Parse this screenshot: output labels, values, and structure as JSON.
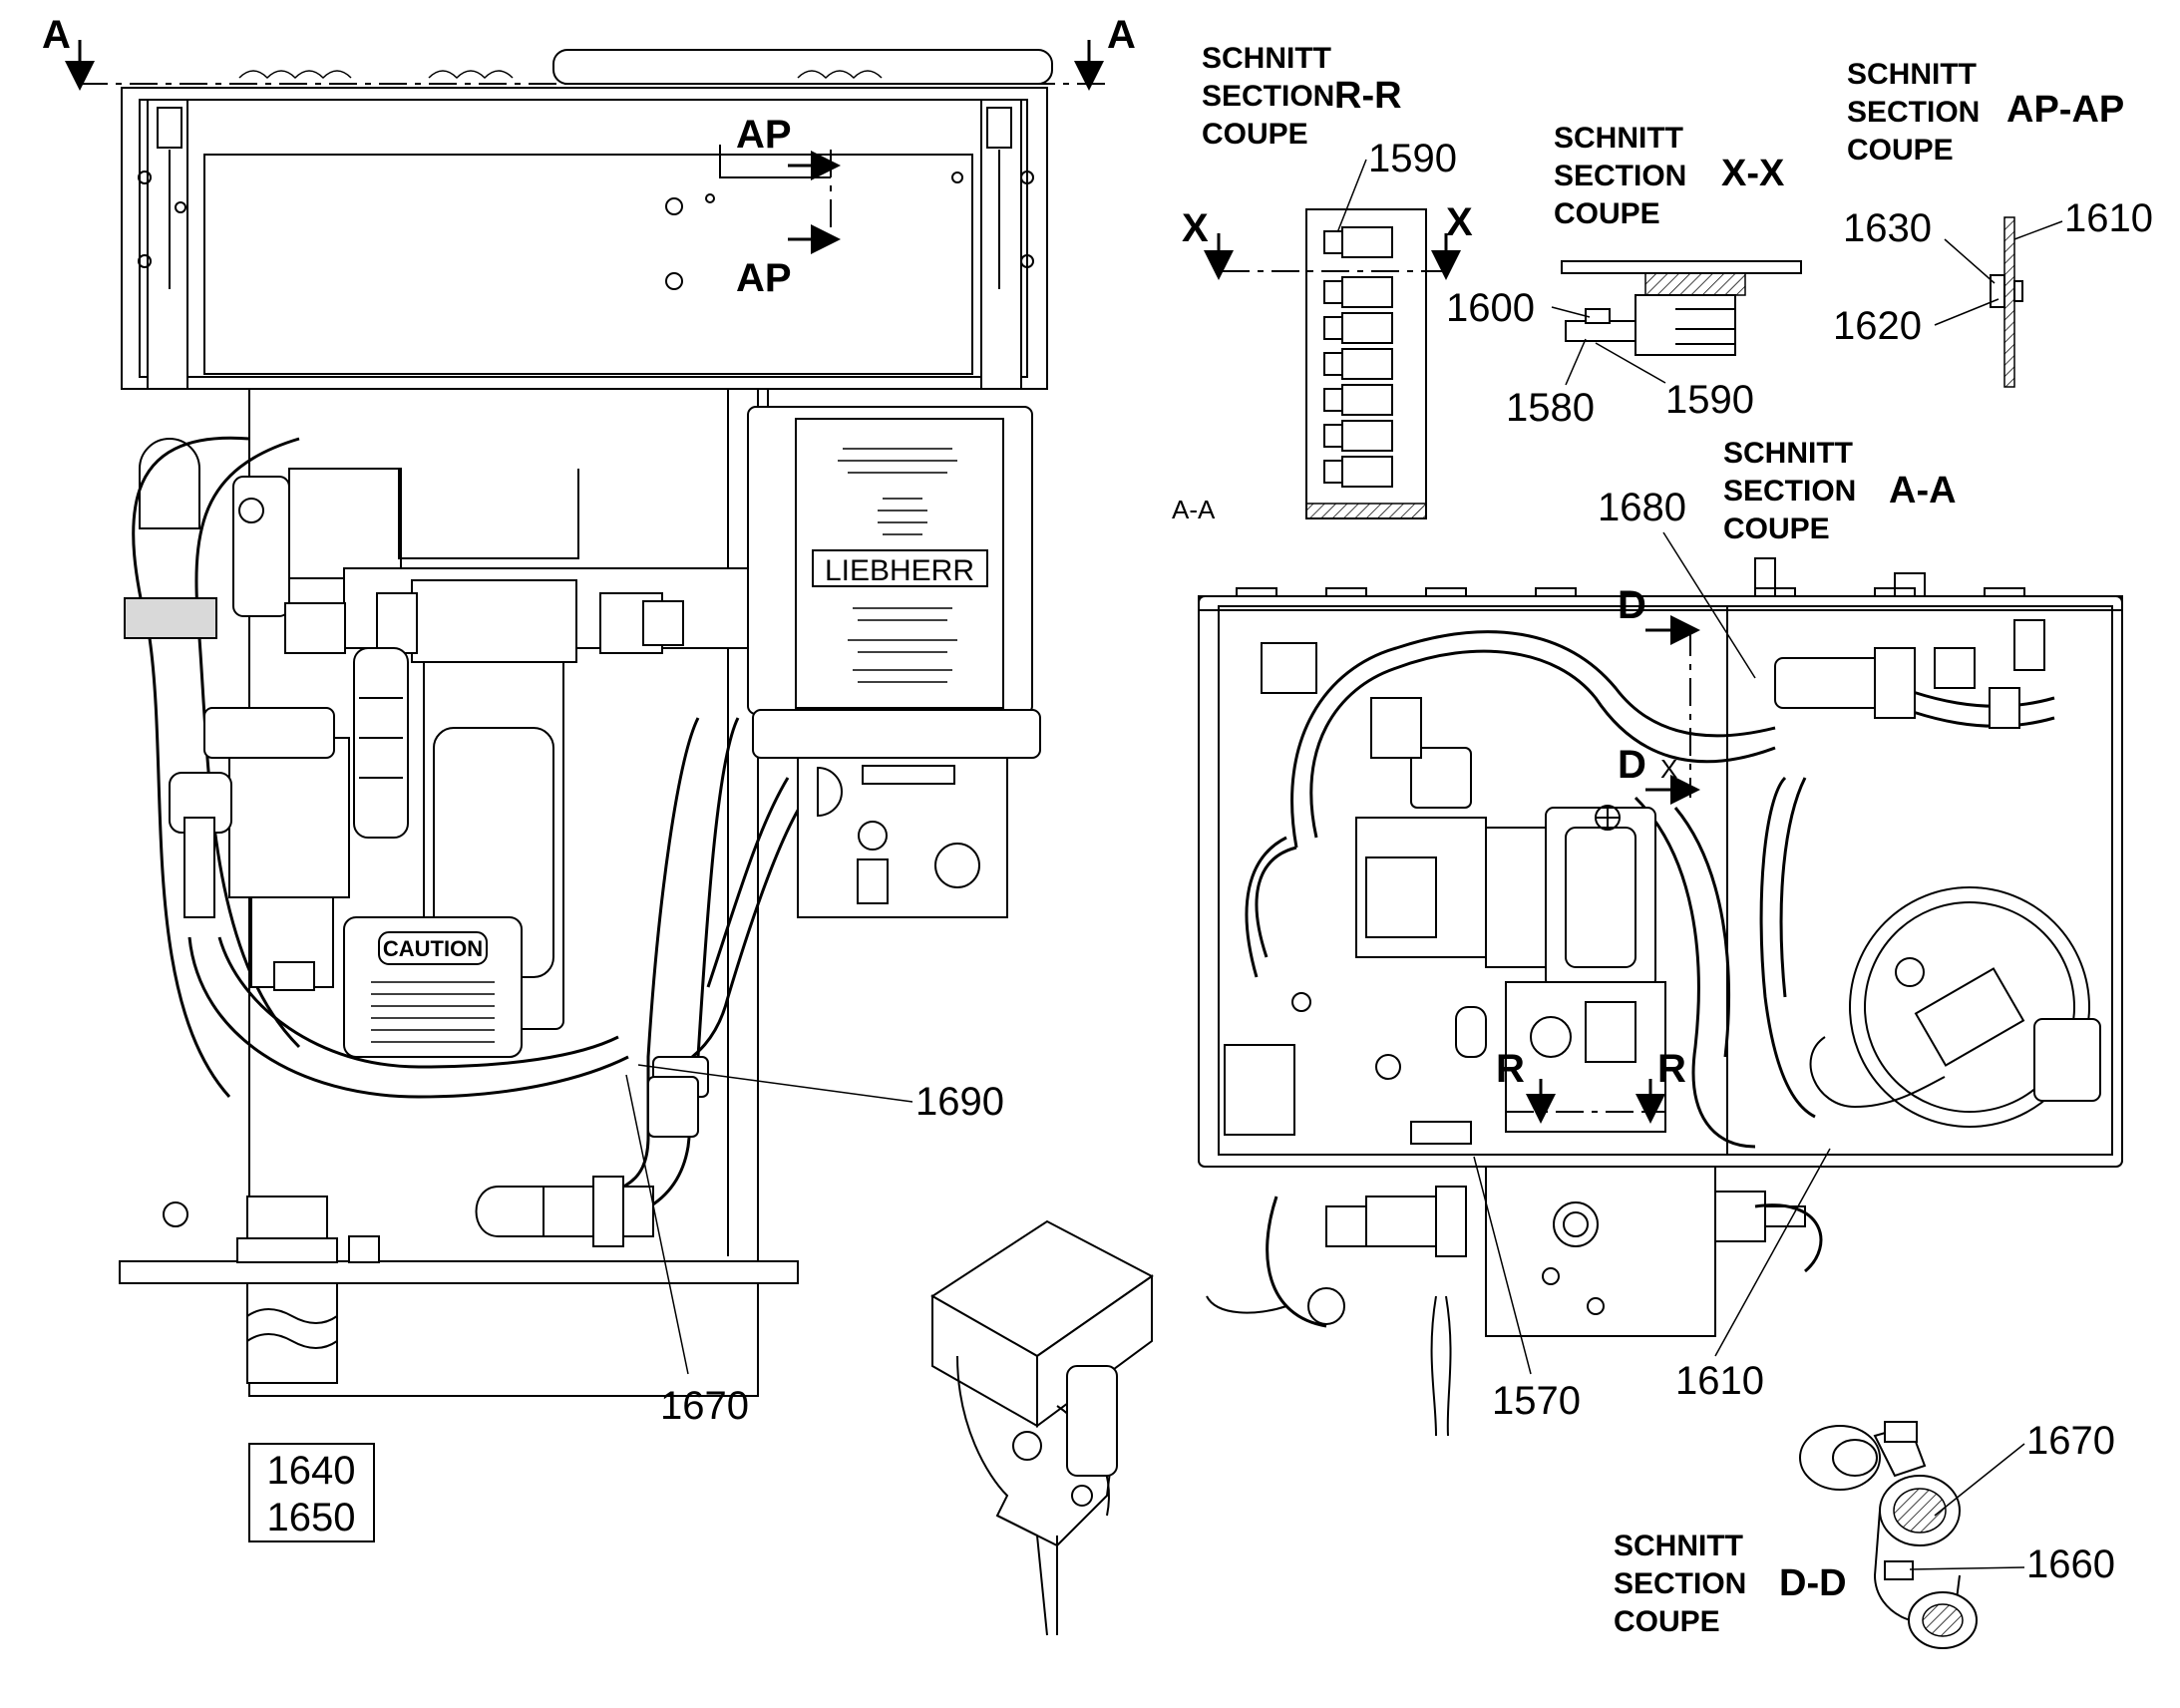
{
  "section_views": {
    "a_a_main": {
      "keywords": [
        "SCHNITT",
        "SECTION",
        "COUPE"
      ],
      "id": "A-A"
    },
    "r_r": {
      "keywords": [
        "SCHNITT",
        "SECTION",
        "COUPE"
      ],
      "id": "R-R"
    },
    "x_x": {
      "keywords": [
        "SCHNITT",
        "SECTION",
        "COUPE"
      ],
      "id": "X-X"
    },
    "ap_ap": {
      "keywords": [
        "SCHNITT",
        "SECTION",
        "COUPE"
      ],
      "id": "AP-AP"
    },
    "d_d": {
      "keywords": [
        "SCHNITT",
        "SECTION",
        "COUPE"
      ],
      "id": "D-D"
    }
  },
  "section_markers": {
    "A": "A",
    "AP": "AP",
    "X": "X",
    "D": "D",
    "R": "R",
    "aa_small": "A-A"
  },
  "callouts": {
    "c1590_rr": "1590",
    "c1600": "1600",
    "c1580": "1580",
    "c1590_xx": "1590",
    "c1630": "1630",
    "c1610_ap": "1610",
    "c1620": "1620",
    "c1680": "1680",
    "c1690": "1690",
    "c1670_main": "1670",
    "c1570": "1570",
    "c1610_aa": "1610",
    "c1670_dd": "1670",
    "c1660": "1660"
  },
  "part_box": [
    "1640",
    "1650"
  ],
  "labels": {
    "caution": "CAUTION",
    "brand": "LIEBHERR"
  }
}
